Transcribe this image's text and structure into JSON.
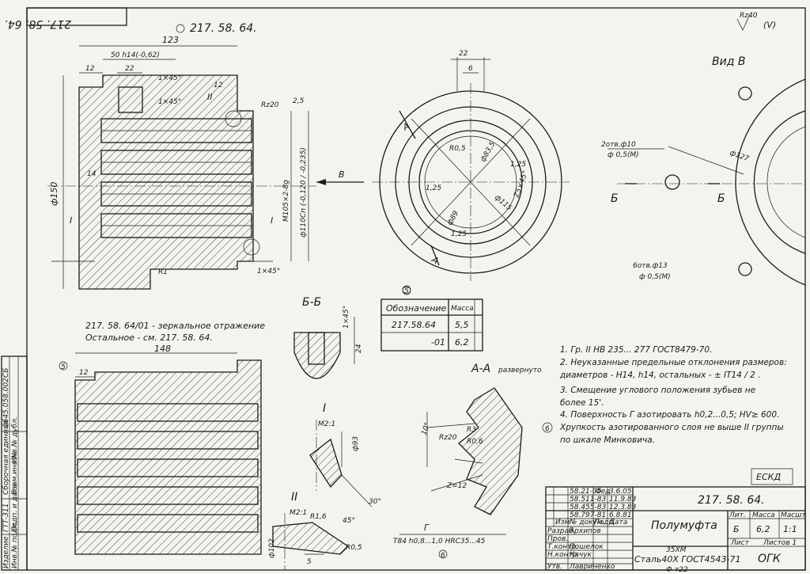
{
  "drawing": {
    "number": "217. 58. 64.",
    "stamp_number": "217. 58. 64.",
    "part_name": "Полумуфта",
    "material_line1": "35ХМ",
    "material_line2": "Сталь40Х ГОСТ4543-71",
    "scale": "1:1",
    "mass": "6,2",
    "sheets": "Листов 1",
    "sheet": "Лист",
    "org": "ОГК",
    "format": "Ф-т22",
    "letter": "Б",
    "eskd_mark": "ЕСКД",
    "roughness": "Rz40",
    "roughness_paren": "(V)"
  },
  "title_block_headers": {
    "lit": "Лит.",
    "mass": "Масса",
    "scale": "Масшт",
    "izm": "Изм",
    "list": "Лист",
    "doc": "№ докум.",
    "sign": "Подп.",
    "date": "Дата"
  },
  "title_block_rows": [
    {
      "role": "",
      "name": "58.21-05",
      "sign": "Фед",
      "date": "3.6.05"
    },
    {
      "role": "",
      "name": "58.511-83",
      "sign": "",
      "date": "11.9.83"
    },
    {
      "role": "",
      "name": "58.455-83",
      "sign": "",
      "date": "12.3.83"
    },
    {
      "role": "",
      "name": "58.797-81",
      "sign": "",
      "date": "6.8.81"
    },
    {
      "role": "Разраб.",
      "name": "Архипов",
      "sign": "",
      "date": ""
    },
    {
      "role": "Пров.",
      "name": "",
      "sign": "",
      "date": ""
    },
    {
      "role": "Т.контр.",
      "name": "Пошелок",
      "sign": "",
      "date": ""
    },
    {
      "role": "Н.контр.",
      "name": "Качук",
      "sign": "",
      "date": ""
    },
    {
      "role": "Утв.",
      "name": "Лавриненко",
      "sign": "",
      "date": ""
    }
  ],
  "left_margin": {
    "c1": "Изделие",
    "c2": "ГТТ-311",
    "c3": "Инв.№ подл.",
    "c4": "Подп. и дата",
    "c5": "Взам.инв.№",
    "c6": "Инв.№ дубл.",
    "c7": "Сборочная единица",
    "c8": "0645.058.002СБ"
  },
  "mass_table": {
    "headers": [
      "Обозначение",
      "Масса"
    ],
    "rows": [
      {
        "designation": "217.58.64",
        "mass": "5,5"
      },
      {
        "designation": "-01",
        "mass": "6,2"
      }
    ]
  },
  "notes": [
    "1. Гр. II  HB 235... 277 ГОСТ8479-70.",
    "2. Неуказанные предельные отклонения размеров:",
    "диаметров - Н14, h14, остальных - ±  IT14 / 2 .",
    "3. Смещение углового положения зубьев не",
    "более 15'.",
    "4. Поверхность Г азотировать h0,2...0,5; HV≥ 600.",
    "Хрупкость азотированного слоя не выше II группы",
    "по шкале Минковича."
  ],
  "mirror_note_1": "217. 58. 64/01 - зеркальное отражение",
  "mirror_note_2": "Остальное - см. 217. 58. 64.",
  "view_labels": {
    "view_b": "Вид В",
    "section_bb": "Б-Б",
    "section_aa": "А-А",
    "section_aa_suffix": "развернуто",
    "detail_1": "I",
    "detail_2": "II",
    "detail_scale": "М2:1",
    "arrow_b": "В",
    "cut_b": "Б",
    "cut_a": "А"
  },
  "dims": {
    "d123": "123",
    "d50": "50 h14(-0,62)",
    "d12": "12",
    "d22": "22",
    "chamfer": "1×45°",
    "d150": "ф150",
    "d14": "14",
    "thread": "М105×2-8g",
    "d110": "ф110Сп (-0,120 / -0,235)",
    "d25": "2,5",
    "rz20": "Rz20",
    "d148": "148",
    "d12b": "12",
    "d22top": "22",
    "d6": "6",
    "r05": "R0,5",
    "d835": "ф83,5",
    "d125": "1,25",
    "d89": "ф89",
    "d115": "ф115",
    "d125b": "1,25",
    "d25x45": "Z5×45°",
    "r1": "R1",
    "hole10": "2отв.ф10",
    "pos10": "ф 0,5(М)",
    "d127": "ф127",
    "hole13": "6отв.ф13",
    "pos13": "ф 0,5(М)",
    "d24": "24",
    "d93": "ф93",
    "a30": "30°",
    "r16": "R1,6",
    "a45": "45°",
    "r05b": "R0,5",
    "d102": "ф102",
    "d5": "5",
    "r3": "R3",
    "r06": "R0,6",
    "rz20b": "Rz20",
    "a10": "10°",
    "z12": "Z=12",
    "g_label": "Г",
    "t84": "Т84 h0,8...1,0 HRC35...45",
    "c6": "6",
    "c5a": "5",
    "c5b": "5"
  }
}
